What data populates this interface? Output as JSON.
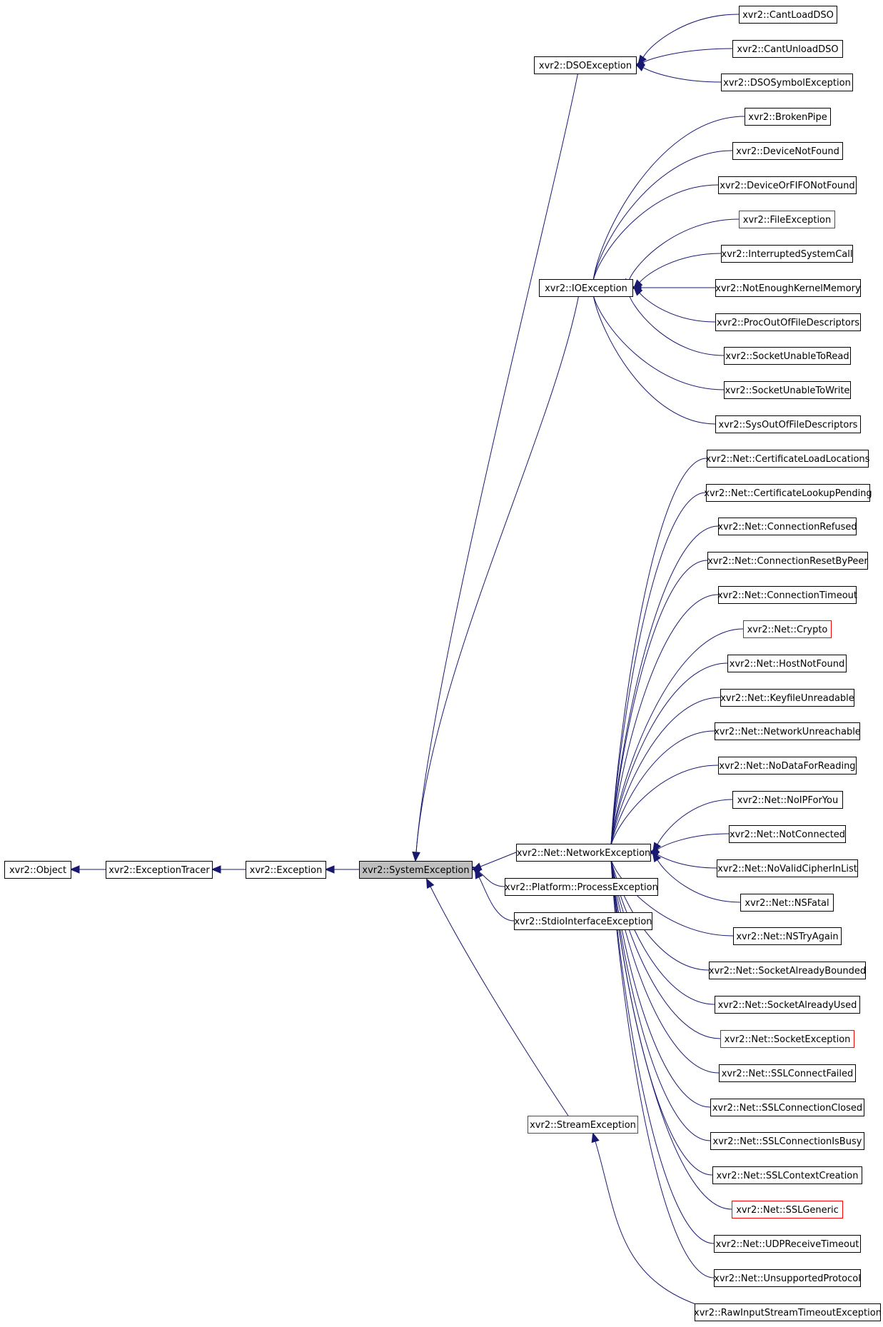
{
  "nodes": {
    "object": "xvr2::Object",
    "exception_tracer": "xvr2::ExceptionTracer",
    "exception": "xvr2::Exception",
    "system_exception": "xvr2::SystemException",
    "dso_exception": "xvr2::DSOException",
    "cant_load_dso": "xvr2::CantLoadDSO",
    "cant_unload_dso": "xvr2::CantUnloadDSO",
    "dso_symbol_exception": "xvr2::DSOSymbolException",
    "io_exception": "xvr2::IOException",
    "broken_pipe": "xvr2::BrokenPipe",
    "device_not_found": "xvr2::DeviceNotFound",
    "device_or_fifo_not_found": "xvr2::DeviceOrFIFONotFound",
    "file_exception": "xvr2::FileException",
    "interrupted_system_call": "xvr2::InterruptedSystemCall",
    "not_enough_kernel_memory": "xvr2::NotEnoughKernelMemory",
    "proc_out_of_file_descriptors": "xvr2::ProcOutOfFileDescriptors",
    "socket_unable_to_read": "xvr2::SocketUnableToRead",
    "socket_unable_to_write": "xvr2::SocketUnableToWrite",
    "sys_out_of_file_descriptors": "xvr2::SysOutOfFileDescriptors",
    "network_exception": "xvr2::Net::NetworkException",
    "certificate_load_locations": "xvr2::Net::CertificateLoadLocations",
    "certificate_lookup_pending": "xvr2::Net::CertificateLookupPending",
    "connection_refused": "xvr2::Net::ConnectionRefused",
    "connection_reset_by_peer": "xvr2::Net::ConnectionResetByPeer",
    "connection_timeout": "xvr2::Net::ConnectionTimeout",
    "crypto": "xvr2::Net::Crypto",
    "host_not_found": "xvr2::Net::HostNotFound",
    "keyfile_unreadable": "xvr2::Net::KeyfileUnreadable",
    "network_unreachable": "xvr2::Net::NetworkUnreachable",
    "no_data_for_reading": "xvr2::Net::NoDataForReading",
    "no_ip_for_you": "xvr2::Net::NoIPForYou",
    "not_connected": "xvr2::Net::NotConnected",
    "no_valid_cipher_in_list": "xvr2::Net::NoValidCipherInList",
    "ns_fatal": "xvr2::Net::NSFatal",
    "ns_try_again": "xvr2::Net::NSTryAgain",
    "socket_already_bounded": "xvr2::Net::SocketAlreadyBounded",
    "socket_already_used": "xvr2::Net::SocketAlreadyUsed",
    "socket_exception": "xvr2::Net::SocketException",
    "ssl_connect_failed": "xvr2::Net::SSLConnectFailed",
    "ssl_connection_closed": "xvr2::Net::SSLConnectionClosed",
    "ssl_connection_is_busy": "xvr2::Net::SSLConnectionIsBusy",
    "ssl_context_creation": "xvr2::Net::SSLContextCreation",
    "ssl_generic": "xvr2::Net::SSLGeneric",
    "udp_receive_timeout": "xvr2::Net::UDPReceiveTimeout",
    "unsupported_protocol": "xvr2::Net::UnsupportedProtocol",
    "process_exception": "xvr2::Platform::ProcessException",
    "stdio_interface_exception": "xvr2::StdioInterfaceException",
    "stream_exception": "xvr2::StreamException",
    "raw_input_stream_timeout_exception": "xvr2::RawInputStreamTimeoutException"
  },
  "colors": {
    "edge": "#191970",
    "node_border": "#000000",
    "node_border_linked": "#ff0000",
    "current_fill": "#bfbfbf"
  }
}
